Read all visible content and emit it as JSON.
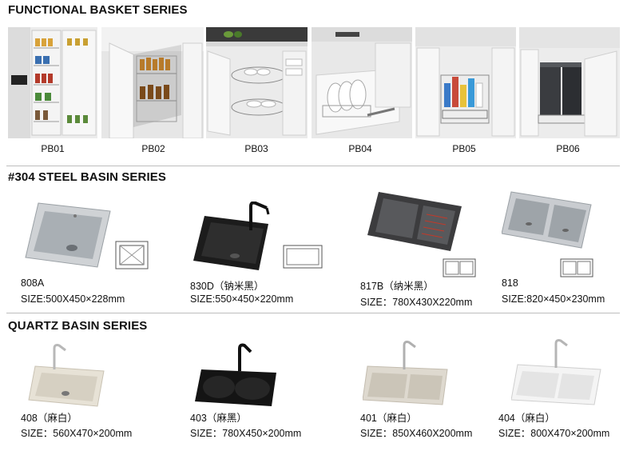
{
  "sections": {
    "basket": {
      "title": "FUNCTIONAL BASKET SERIES",
      "items": [
        {
          "code": "PB01"
        },
        {
          "code": "PB02"
        },
        {
          "code": "PB03"
        },
        {
          "code": "PB04"
        },
        {
          "code": "PB05"
        },
        {
          "code": "PB06"
        }
      ]
    },
    "steel": {
      "title": "#304 STEEL BASIN SERIES",
      "items": [
        {
          "name": "808A",
          "size": "SIZE:500X450×228mm"
        },
        {
          "name": "830D（钠米黑）",
          "size": "SIZE:550×450×220mm"
        },
        {
          "name": "817B（纳米黑）",
          "size": "SIZE：780X430X220mm"
        },
        {
          "name": "818",
          "size": "SIZE:820×450×230mm"
        }
      ]
    },
    "quartz": {
      "title": "QUARTZ BASIN SERIES",
      "items": [
        {
          "name": "408（麻白）",
          "size": "SIZE：560X470×200mm"
        },
        {
          "name": "403（麻黑）",
          "size": "SIZE：780X450×200mm"
        },
        {
          "name": "401（麻白）",
          "size": "SIZE：850X460X200mm"
        },
        {
          "name": "404（麻白）",
          "size": "SIZE：800X470×200mm"
        }
      ]
    }
  }
}
